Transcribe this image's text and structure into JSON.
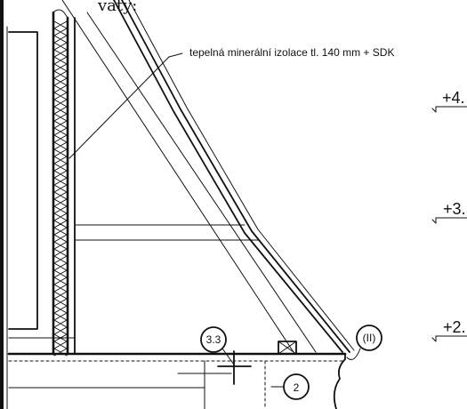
{
  "top_fragment": "vaty:",
  "note": "tepelná minerální izolace tl. 140 mm + SDK",
  "callouts": {
    "detail_a": "3.3",
    "detail_b": "(II)",
    "detail_c": "2"
  },
  "levels": [
    "+4.",
    "+3.",
    "+2."
  ]
}
